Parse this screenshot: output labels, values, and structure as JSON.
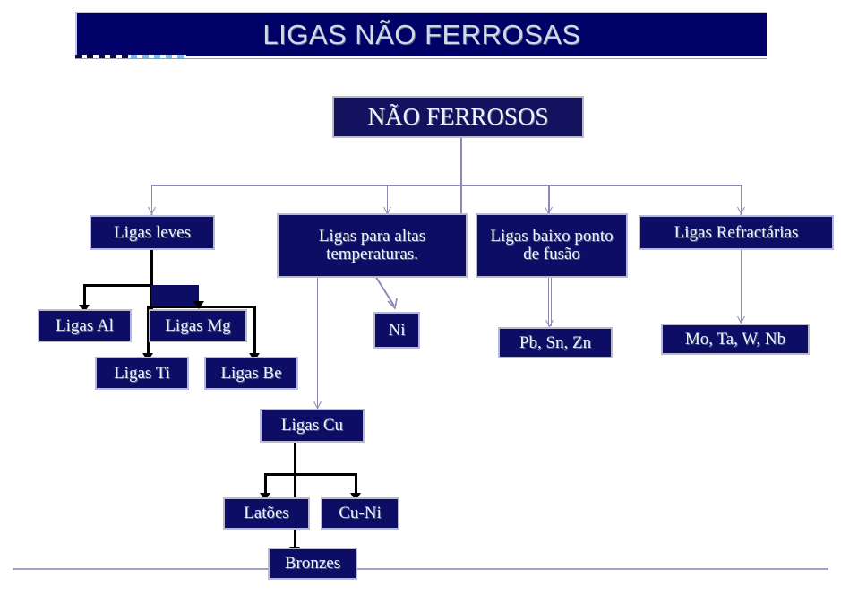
{
  "slide": {
    "title": "LIGAS NÃO FERROSAS",
    "background_color": "#ffffff",
    "node_fill_color": "#0d0d66",
    "node_border_color": "#b9b9cf",
    "node_text_color": "#eef2fb",
    "thin_connector_color": "#8a8ab4",
    "thick_connector_color": "#000000",
    "rule_color": "#a3a3c4"
  },
  "diagram": {
    "type": "tree",
    "root": {
      "label": "NÃO FERROSOS"
    },
    "level2": [
      {
        "label": "Ligas leves"
      },
      {
        "label": "Ligas para altas temperaturas."
      },
      {
        "label": "Ligas baixo ponto de fusão"
      },
      {
        "label": "Ligas Refractárias"
      }
    ],
    "level3": [
      {
        "label": "Ligas Al",
        "parent": "Ligas leves"
      },
      {
        "label": "Ligas Mg",
        "parent": "Ligas leves"
      },
      {
        "label": "Ligas Ti",
        "parent": "Ligas leves"
      },
      {
        "label": "Ligas Be",
        "parent": "Ligas leves"
      },
      {
        "label": "Ni",
        "parent": "Ligas para altas temperaturas."
      },
      {
        "label": "Ligas Cu",
        "parent": "Ligas para altas temperaturas."
      },
      {
        "label": "Pb, Sn, Zn",
        "parent": "Ligas baixo ponto de fusão"
      },
      {
        "label": "Mo, Ta, W, Nb",
        "parent": "Ligas Refractárias"
      }
    ],
    "level4": [
      {
        "label": "Latões",
        "parent": "Ligas Cu"
      },
      {
        "label": "Cu-Ni",
        "parent": "Ligas Cu"
      },
      {
        "label": "Bronzes",
        "parent": "Ligas Cu"
      }
    ]
  }
}
